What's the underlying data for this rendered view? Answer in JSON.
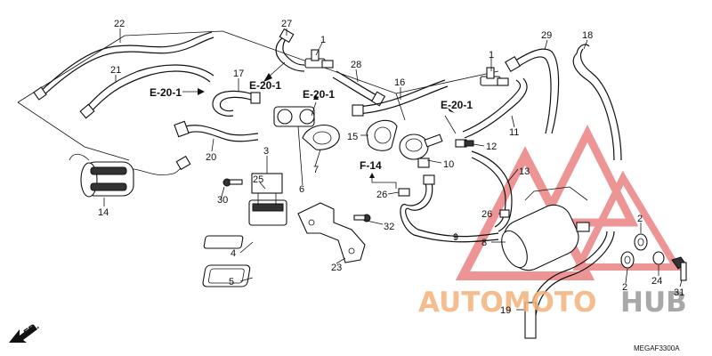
{
  "watermark": {
    "auto": "AUTOMOTO",
    "hub": "HUB",
    "triangle_color": "#e04040",
    "auto_color": "#f4b27a",
    "hub_color": "#9a9a9a"
  },
  "drawing_code": "MEGAF3300A",
  "front_marker": "FR.",
  "refs": {
    "e20_1": "E-20-1",
    "f14": "F-14"
  },
  "labels": {
    "l1a": "1",
    "l1b": "1",
    "l2a": "2",
    "l2b": "2",
    "l3": "3",
    "l4": "4",
    "l5": "5",
    "l6": "6",
    "l7": "7",
    "l8": "8",
    "l9": "9",
    "l10": "10",
    "l11": "11",
    "l12": "12",
    "l13": "13",
    "l14": "14",
    "l15": "15",
    "l16": "16",
    "l17": "17",
    "l18": "18",
    "l19": "19",
    "l20": "20",
    "l21": "21",
    "l22": "22",
    "l23": "23",
    "l24": "24",
    "l25": "25",
    "l26a": "26",
    "l26b": "26",
    "l27": "27",
    "l28": "28",
    "l29": "29",
    "l30": "30",
    "l31": "31",
    "l32": "32"
  }
}
